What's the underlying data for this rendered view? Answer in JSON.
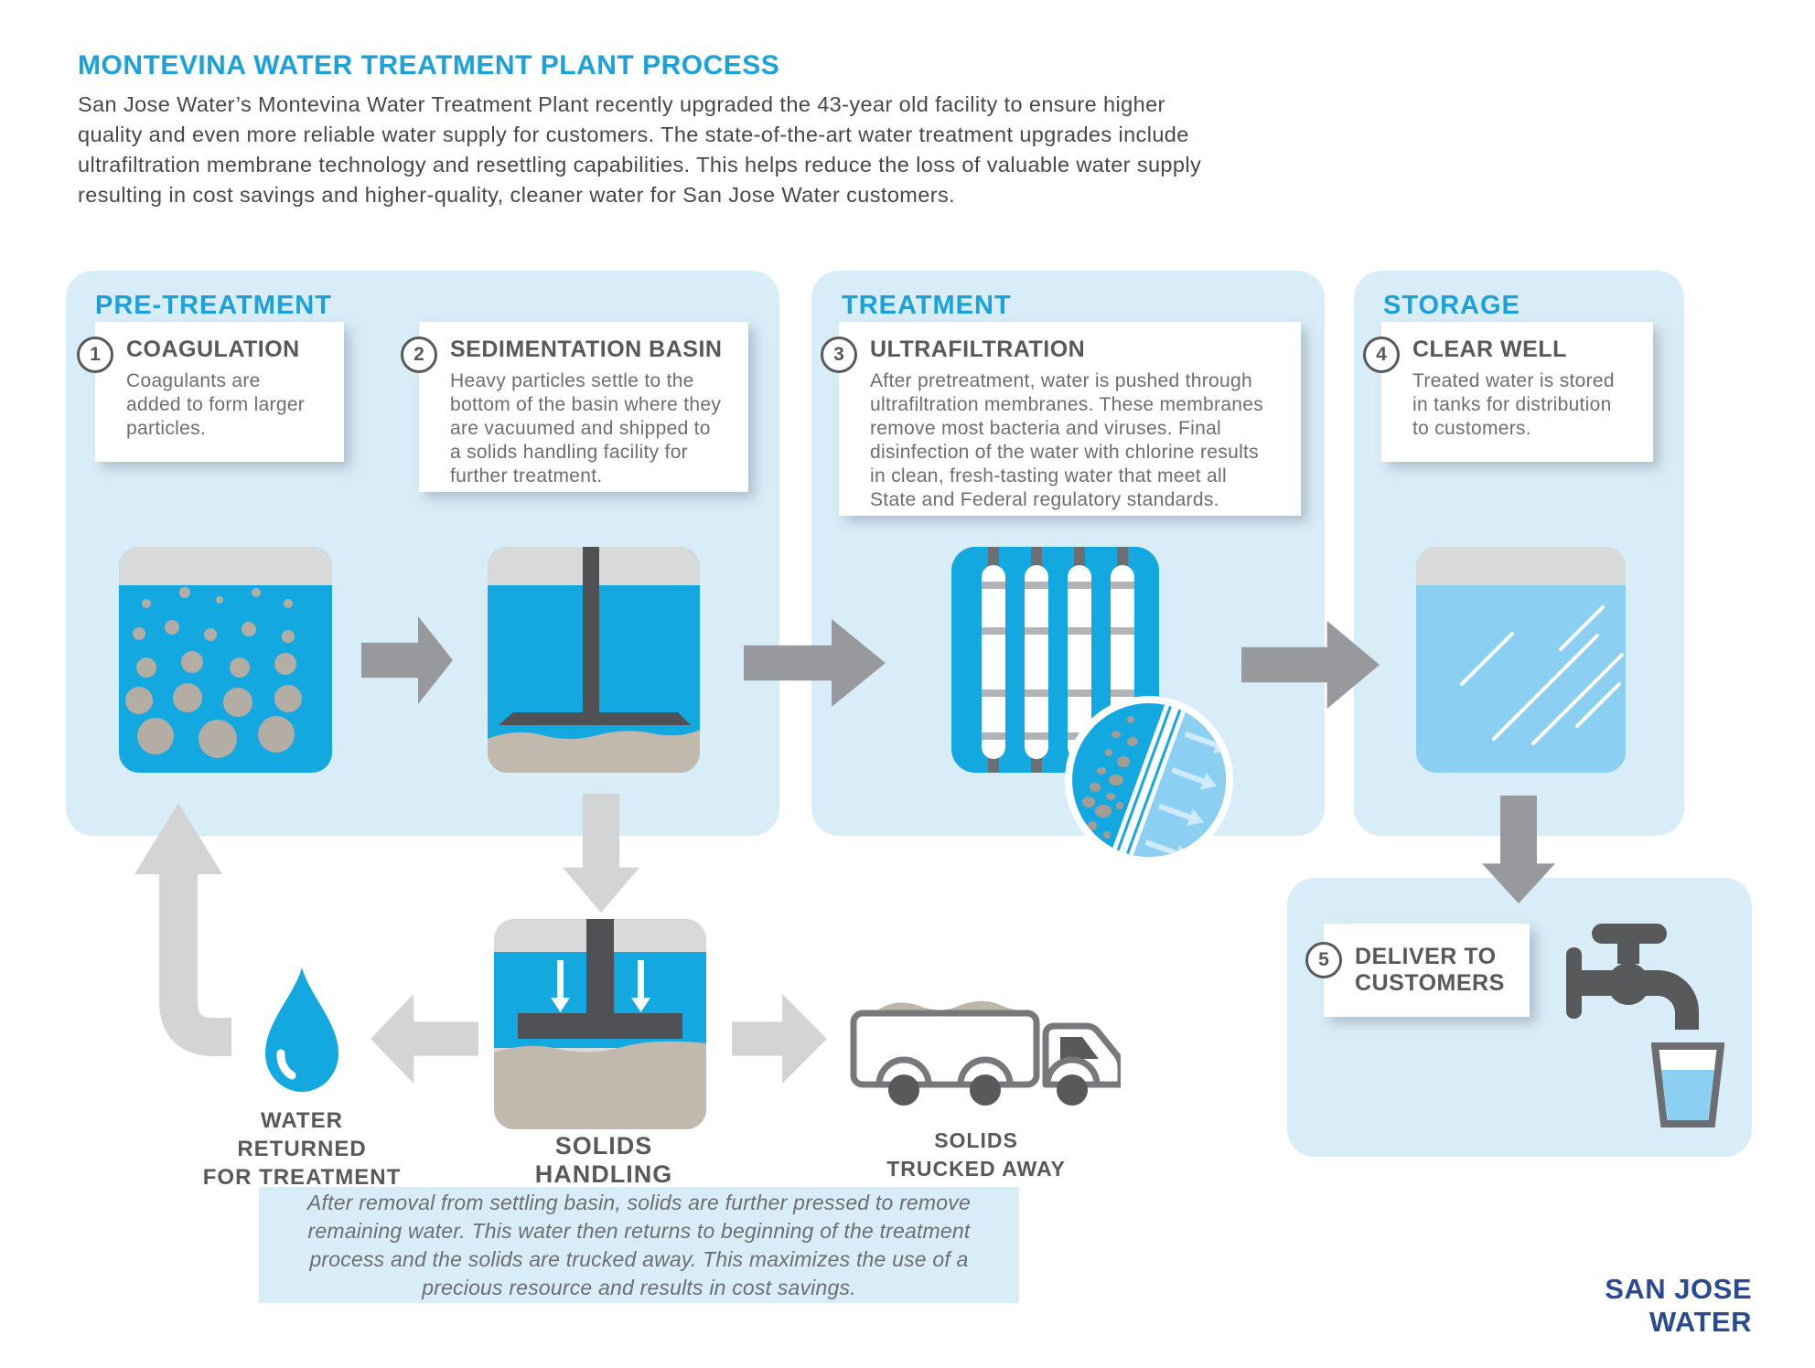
{
  "palette": {
    "accent_blue": "#1ba1dc",
    "water_cyan": "#14a8e1",
    "panel_light_blue": "#d9edf8",
    "pale_water_blue": "#8bcff2",
    "heading_gray": "#58595b",
    "body_gray": "#6d6e71",
    "dark_arrow_gray": "#97999c",
    "light_arrow_gray": "#d2d4d5",
    "sediment_tan": "#c1b9ad",
    "lid_gray": "#d8d9d9",
    "logo_navy": "#2b4a94"
  },
  "header": {
    "title": "MONTEVINA WATER TREATMENT PLANT PROCESS",
    "intro": "San Jose Water’s Montevina Water Treatment Plant recently upgraded the 43-year old facility to ensure higher quality and even more reliable water supply for customers. The state-of-the-art water treatment upgrades include ultrafiltration membrane technology and resettling capabilities. This helps reduce the loss of valuable water supply resulting in cost savings and higher-quality, cleaner water for San Jose Water customers."
  },
  "sections": {
    "pretreatment": "PRE-TREATMENT",
    "treatment": "TREATMENT",
    "storage": "STORAGE"
  },
  "steps": [
    {
      "num": "1",
      "title": "COAGULATION",
      "body": "Coagulants are added to form larger particles."
    },
    {
      "num": "2",
      "title": "SEDIMENTATION BASIN",
      "body": "Heavy particles settle to the bottom of the basin where they are vacuumed and shipped to a solids handling facility for further treatment."
    },
    {
      "num": "3",
      "title": "ULTRAFILTRATION",
      "body": "After pretreatment, water is pushed through ultrafiltration membranes. These membranes remove most bacteria and viruses. Final disinfection of the water with chlorine results in clean, fresh-tasting water that meet all State and Federal regulatory standards."
    },
    {
      "num": "4",
      "title": "CLEAR WELL",
      "body": "Treated water is stored in tanks for distribution to customers."
    },
    {
      "num": "5",
      "title_line1": "DELIVER TO",
      "title_line2": "CUSTOMERS"
    }
  ],
  "labels": {
    "water_returned_line1": "WATER",
    "water_returned_line2": "RETURNED",
    "water_returned_line3": "FOR TREATMENT",
    "solids_handling": "SOLIDS HANDLING",
    "solids_trucked_line1": "SOLIDS",
    "solids_trucked_line2": "TRUCKED AWAY"
  },
  "note": "After removal from settling basin, solids are further pressed to remove remaining water. This water then returns to beginning of the treatment process and the solids are trucked away. This maximizes the use of a precious resource and results in cost savings.",
  "logo": "SAN JOSE WATER"
}
